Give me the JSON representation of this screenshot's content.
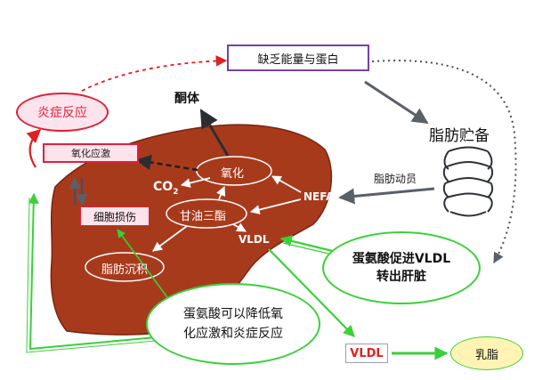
{
  "nodes": {
    "lack_energy": "缺乏能量与蛋白",
    "inflammation": "炎症反应",
    "oxidative_stress": "氧化应激",
    "ketone": "酮体",
    "oxidation": "氧化",
    "co2": "CO",
    "co2_sub": "2",
    "cell_damage": "细胞损伤",
    "triglyceride": "甘油三酯",
    "nefa": "NEFA",
    "vldl_liver": "VLDL",
    "fat_deposit": "脂肪沉积",
    "fat_storage": "脂肪贮备",
    "fat_mobilization": "脂肪动员",
    "methionine_vldl_line1": "蛋氨酸促进VLDL",
    "methionine_vldl_line2": "转出肝脏",
    "methionine_reduce_line1": "蛋氨酸可以降低氧",
    "methionine_reduce_line2": "化应激和炎症反应",
    "vldl_out": "VLDL",
    "milk_fat": "乳脂"
  },
  "colors": {
    "liver": "#a83a1c",
    "liver_edge": "#7a2410",
    "pink_box": "#fde4ec",
    "pink_border": "#e0203c",
    "purple_border": "#7a3fa8",
    "green": "#3ad03a",
    "red_arrow": "#e02020",
    "dark_arrow": "#3a3f46",
    "gray_arrow": "#5a6068",
    "milk_fill": "#fff4b4"
  },
  "icons": {
    "fat_storage_icon": "stacked-arcs-icon"
  }
}
